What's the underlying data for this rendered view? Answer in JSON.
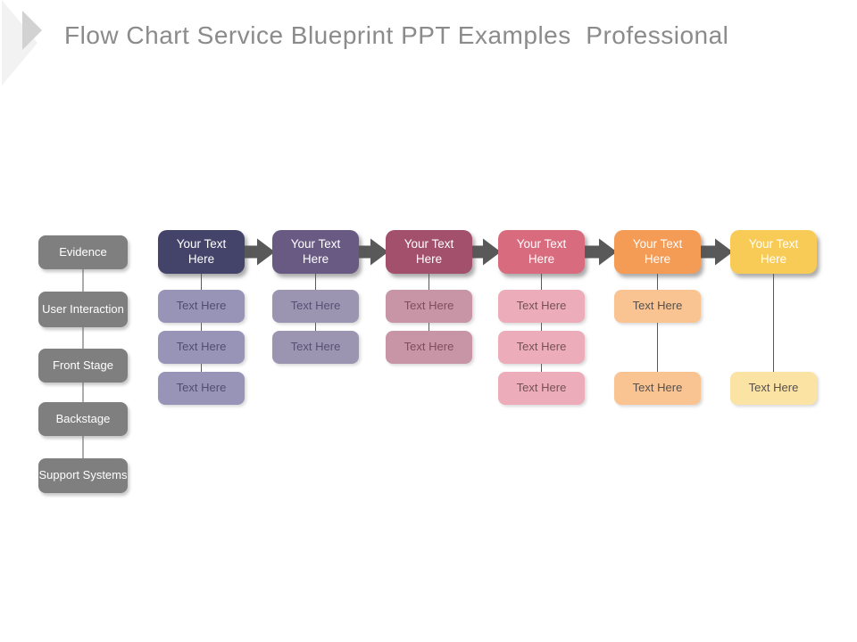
{
  "slide": {
    "title": "Flow Chart Service Blueprint PPT Examples  Professional",
    "title_color": "#8b8b8b",
    "background": "#ffffff"
  },
  "decoration": {
    "icon": "chevron-right-icon",
    "outer_color": "#f2f2f2",
    "inner_color": "#d2d2d2"
  },
  "sidebar": {
    "box_color": "#7f7f7f",
    "text_color": "#ffffff",
    "items": [
      {
        "label": "Evidence"
      },
      {
        "label": "User Interaction"
      },
      {
        "label": "Front Stage"
      },
      {
        "label": "Backstage"
      },
      {
        "label": "Support Systems"
      }
    ]
  },
  "flow": {
    "connector_color": "#595959",
    "arrow_color": "#595959",
    "header_label": "Your Text Here",
    "sub_label": "Text Here",
    "columns": [
      {
        "name": "column-1",
        "header_bg": "#44436a",
        "header_text": "#ffffff",
        "sub_bg": "#9794b8",
        "sub_text": "#504e6e",
        "rows": [
          1,
          2,
          3
        ]
      },
      {
        "name": "column-2",
        "header_bg": "#695a83",
        "header_text": "#ffffff",
        "sub_bg": "#9c95b2",
        "sub_text": "#585073",
        "rows": [
          1,
          2
        ]
      },
      {
        "name": "column-3",
        "header_bg": "#a3506c",
        "header_text": "#ffffff",
        "sub_bg": "#c795a5",
        "sub_text": "#7d4e5f",
        "rows": [
          1,
          2
        ]
      },
      {
        "name": "column-4",
        "header_bg": "#d96b7e",
        "header_text": "#ffffff",
        "sub_bg": "#ecacb9",
        "sub_text": "#775058",
        "rows": [
          1,
          2,
          3
        ]
      },
      {
        "name": "column-5",
        "header_bg": "#f49b55",
        "header_text": "#ffffff",
        "sub_bg": "#f9c491",
        "sub_text": "#58504a",
        "rows": [
          1,
          3
        ]
      },
      {
        "name": "column-6",
        "header_bg": "#f7cb55",
        "header_text": "#ffffff",
        "sub_bg": "#fbe3a4",
        "sub_text": "#58504a",
        "rows": [
          3
        ]
      }
    ]
  }
}
